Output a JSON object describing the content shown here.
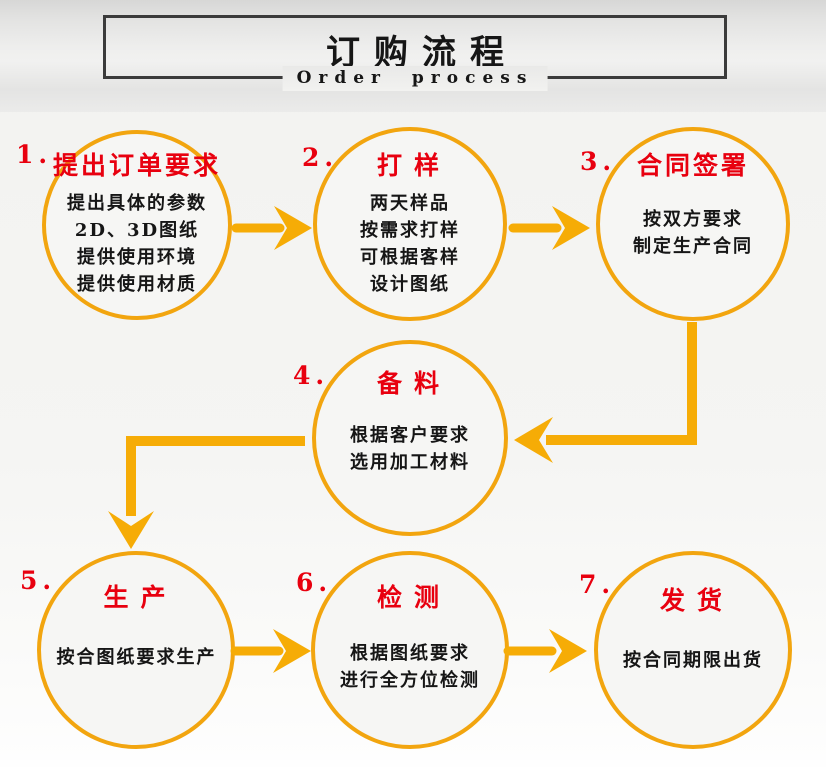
{
  "header": {
    "title_cn": "订购流程",
    "title_en": "Order process"
  },
  "colors": {
    "gold": "#F2A50F",
    "gold_arrow": "#F6AC06",
    "red": "#E8000F",
    "ink": "#161616",
    "box_border": "#3B3B3B"
  },
  "steps": [
    {
      "num": "1.",
      "title": "提出订单要求",
      "lines": [
        "提出具体的参数",
        "2D、3D图纸",
        "提供使用环境",
        "提供使用材质"
      ]
    },
    {
      "num": "2.",
      "title": "打样",
      "lines": [
        "两天样品",
        "按需求打样",
        "可根据客样",
        "设计图纸"
      ]
    },
    {
      "num": "3.",
      "title": "合同签署",
      "lines": [
        "按双方要求",
        "制定生产合同"
      ]
    },
    {
      "num": "4.",
      "title": "备料",
      "lines": [
        "根据客户要求",
        "选用加工材料"
      ]
    },
    {
      "num": "5.",
      "title": "生产",
      "lines": [
        "按合图纸要求生产"
      ]
    },
    {
      "num": "6.",
      "title": "检测",
      "lines": [
        "根据图纸要求",
        "进行全方位检测"
      ]
    },
    {
      "num": "7.",
      "title": "发货",
      "lines": [
        "按合同期限出货"
      ]
    }
  ]
}
